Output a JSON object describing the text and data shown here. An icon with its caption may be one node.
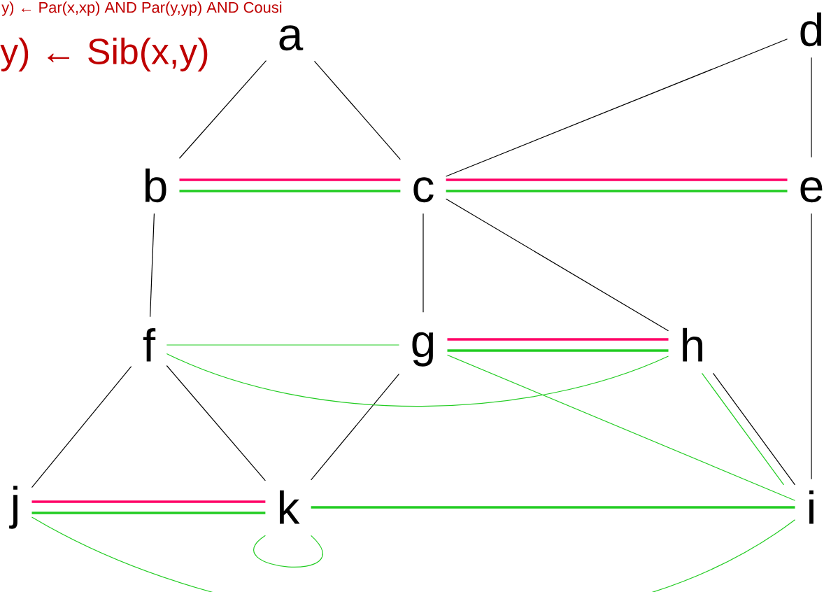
{
  "diagram": {
    "nodes": [
      {
        "text": [
          "a"
        ]
      },
      {
        "text": [
          "d"
        ]
      },
      {
        "text": [
          "b"
        ]
      },
      {
        "text": [
          "c"
        ]
      },
      {
        "text": [
          "e"
        ]
      },
      {
        "text": [
          "f"
        ]
      },
      {
        "text": [
          "g"
        ]
      },
      {
        "text": [
          "h"
        ]
      },
      {
        "text": [
          "j"
        ]
      },
      {
        "text": [
          "k"
        ]
      },
      {
        "text": [
          "i"
        ]
      }
    ],
    "edges": [
      {
        "from": 0,
        "to": 2,
        "arrow": "none",
        "color": "#000000"
      },
      {
        "from": 0,
        "to": 3,
        "arrow": "none",
        "color": "#000000"
      },
      {
        "from": 1,
        "to": 3,
        "arrow": "none",
        "color": "#000000"
      },
      {
        "from": 1,
        "to": 4,
        "arrow": "none",
        "color": "#000000"
      },
      {
        "from": 2,
        "to": 5,
        "arrow": "none",
        "color": "#000000"
      },
      {
        "from": 3,
        "to": 6,
        "arrow": "none",
        "color": "#000000"
      },
      {
        "from": 3,
        "to": 7,
        "arrow": "none",
        "color": "#000000"
      },
      {
        "from": 4,
        "to": 10,
        "arrow": "none",
        "color": "#000000"
      },
      {
        "from": 5,
        "to": 8,
        "arrow": "none",
        "color": "#000000"
      },
      {
        "from": 5,
        "to": 9,
        "arrow": "none",
        "color": "#000000"
      },
      {
        "from": 6,
        "to": 9,
        "arrow": "none",
        "color": "#000000"
      },
      {
        "from": 7,
        "to": 10,
        "arrow": "none",
        "color": "#000000"
      },
      {
        "from": 2,
        "to": 3,
        "arrow": "none",
        "style": "thick",
        "color": "#ff0066"
      },
      {
        "from": 3,
        "to": 4,
        "arrow": "none",
        "style": "thick",
        "color": "#ff0066"
      },
      {
        "from": 6,
        "to": 7,
        "arrow": "none",
        "style": "thick",
        "color": "#ff0066"
      },
      {
        "from": 8,
        "to": 9,
        "arrow": "none",
        "style": "thick",
        "color": "#ff0066"
      },
      {
        "from": 2,
        "to": 3,
        "arrow": "none",
        "style": "thick",
        "color": "#22cc22"
      },
      {
        "from": 3,
        "to": 4,
        "arrow": "none",
        "style": "thick",
        "color": "#22cc22"
      },
      {
        "from": 6,
        "to": 7,
        "arrow": "none",
        "style": "thick",
        "color": "#22cc22"
      },
      {
        "from": 8,
        "to": 9,
        "arrow": "none",
        "style": "thick",
        "color": "#22cc22"
      },
      {
        "from": 5,
        "to": 6,
        "arrow": "none",
        "color": "#22cc22"
      },
      {
        "from": 5,
        "to": 7,
        "arrow": "none",
        "color": "#22cc22"
      },
      {
        "from": 6,
        "to": 10,
        "arrow": "none",
        "color": "#22cc22"
      },
      {
        "from": 7,
        "to": 10,
        "arrow": "none",
        "color": "#22cc22"
      },
      {
        "from": 9,
        "to": 10,
        "arrow": "none",
        "style": "thick",
        "color": "#22cc22"
      },
      {
        "from": 9,
        "to": 9,
        "arrow": "none",
        "color": "#22cc22"
      },
      {
        "from": 8,
        "to": 10,
        "arrow": "none",
        "color": "#22cc22"
      }
    ],
    "labels": [
      "y) ← Par(x,xp) AND Par(y,yp) AND Cousi",
      "y) ← Sib(x,y)"
    ]
  }
}
